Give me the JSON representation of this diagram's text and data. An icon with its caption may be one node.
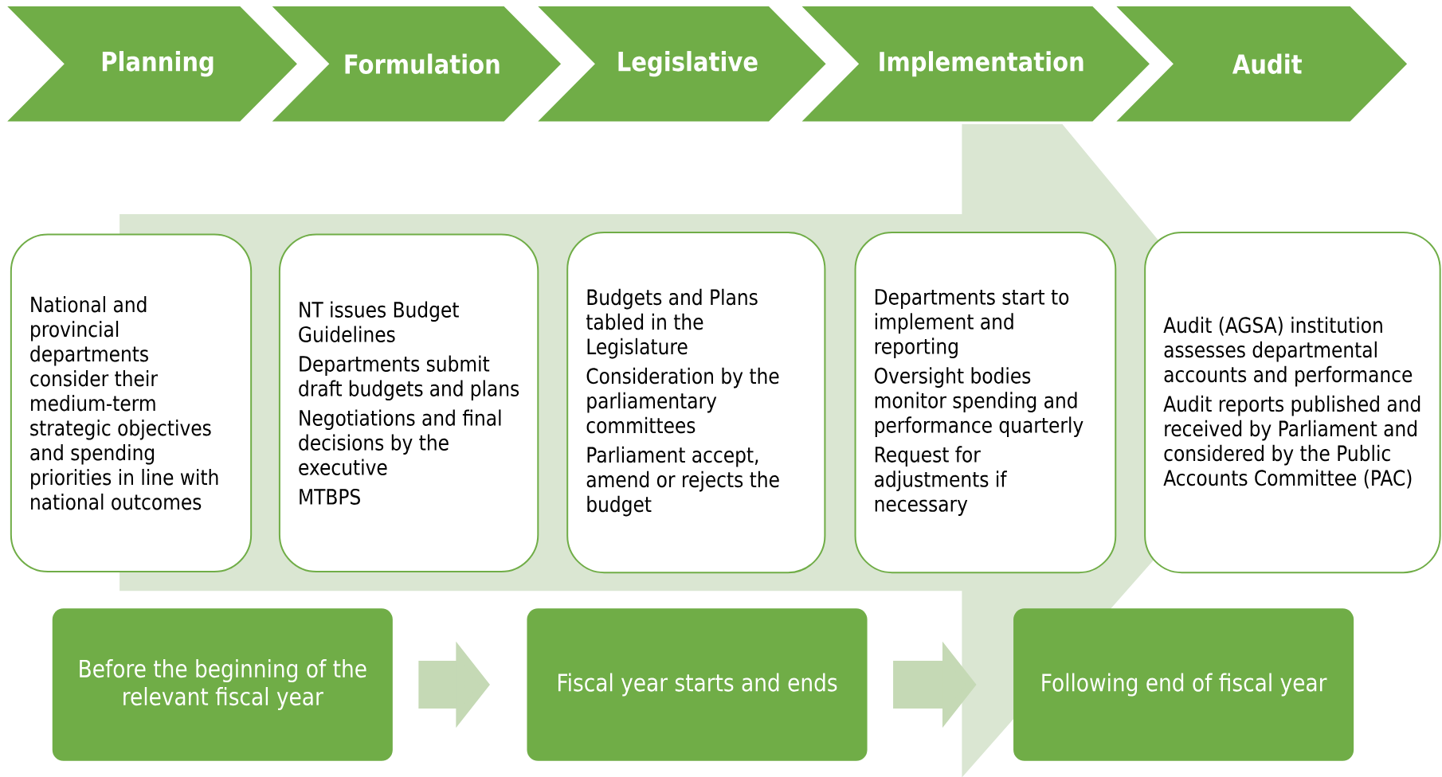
{
  "diagram": {
    "nodes": [
      {
        "text": [
          "Planning"
        ]
      },
      {
        "text": [
          "Formulation"
        ]
      },
      {
        "text": [
          "Legislative"
        ]
      },
      {
        "text": [
          "Implementation"
        ]
      },
      {
        "text": [
          "Audit"
        ]
      },
      {
        "text": [
          "National and provincial departments consider their medium-term strategic objectives and spending priorities in line with national outcomes"
        ]
      },
      {
        "text": [
          "NT issues Budget Guidelines",
          "Departments submit draft budgets and plans",
          "Negotiations and final decisions by the executive",
          "MTBPS"
        ]
      },
      {
        "text": [
          "Budgets and Plans tabled in the Legislature",
          "Consideration by the parliamentary committees",
          "Parliament accept, amend or rejects the budget"
        ]
      },
      {
        "text": [
          "Departments start to implement and reporting",
          "Oversight bodies monitor spending and performance quarterly",
          "Request for adjustments if necessary"
        ]
      },
      {
        "text": [
          "Audit (AGSA) institution assesses departmental accounts and performance",
          "Audit reports published and received by Parliament and considered by the Public Accounts Committee (PAC)"
        ]
      },
      {
        "text": [
          "Before the beginning of the relevant fiscal year"
        ]
      },
      {
        "text": [
          "Fiscal year starts and ends"
        ]
      },
      {
        "text": [
          "Following end of fiscal year"
        ]
      }
    ],
    "edges": [
      {
        "from": 10,
        "to": 11,
        "arrow": "to"
      },
      {
        "from": 11,
        "to": 12,
        "arrow": "to"
      },
      {
        "from": null,
        "to": 9,
        "arrow": "to",
        "color": "#dae6d2"
      }
    ]
  }
}
